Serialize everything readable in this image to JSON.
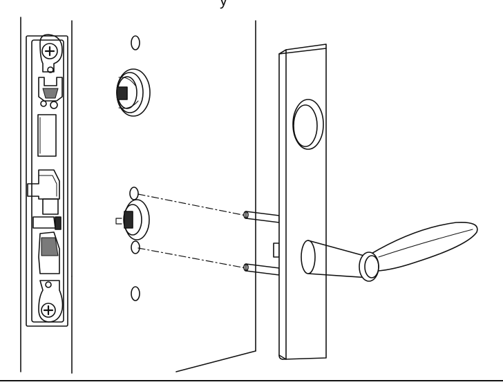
{
  "caption_fragment": "y",
  "colors": {
    "ink": "#111111",
    "paper": "#ffffff",
    "fill_dark": "#2a2a2a",
    "fill_mid": "#7a7a7a"
  },
  "parts": [
    "mortise-lock-body",
    "door-edge",
    "door-face",
    "escutcheon-plate",
    "lever-handle",
    "cylinder-hole",
    "mounting-screws",
    "mounting-posts"
  ]
}
